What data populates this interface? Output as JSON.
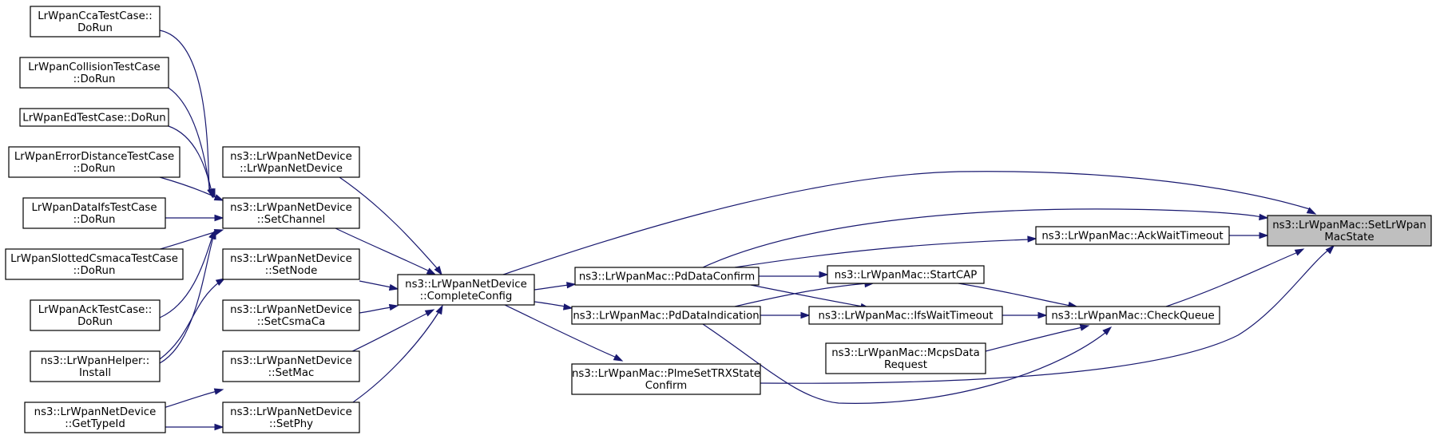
{
  "nodes": {
    "cca": [
      "LrWpanCcaTestCase::",
      "DoRun"
    ],
    "collision": [
      "LrWpanCollisionTestCase",
      "::DoRun"
    ],
    "ed": [
      "LrWpanEdTestCase::DoRun"
    ],
    "errdist": [
      "LrWpanErrorDistanceTestCase",
      "::DoRun"
    ],
    "dataifs": [
      "LrWpanDataIfsTestCase",
      "::DoRun"
    ],
    "slotted": [
      "LrWpanSlottedCsmacaTestCase",
      "::DoRun"
    ],
    "ack": [
      "LrWpanAckTestCase::",
      "DoRun"
    ],
    "helper": [
      "ns3::LrWpanHelper::",
      "Install"
    ],
    "gettypeid": [
      "ns3::LrWpanNetDevice",
      "::GetTypeId"
    ],
    "ctor": [
      "ns3::LrWpanNetDevice",
      "::LrWpanNetDevice"
    ],
    "setchannel": [
      "ns3::LrWpanNetDevice",
      "::SetChannel"
    ],
    "setnode": [
      "ns3::LrWpanNetDevice",
      "::SetNode"
    ],
    "setcsmaca": [
      "ns3::LrWpanNetDevice",
      "::SetCsmaCa"
    ],
    "setmac": [
      "ns3::LrWpanNetDevice",
      "::SetMac"
    ],
    "setphy": [
      "ns3::LrWpanNetDevice",
      "::SetPhy"
    ],
    "completeconfig": [
      "ns3::LrWpanNetDevice",
      "::CompleteConfig"
    ],
    "pddataconfirm": [
      "ns3::LrWpanMac::PdDataConfirm"
    ],
    "pddataindication": [
      "ns3::LrWpanMac::PdDataIndication"
    ],
    "plmeset": [
      "ns3::LrWpanMac::PlmeSetTRXState",
      "Confirm"
    ],
    "startcap": [
      "ns3::LrWpanMac::StartCAP"
    ],
    "ifswait": [
      "ns3::LrWpanMac::IfsWaitTimeout"
    ],
    "mcpsdata": [
      "ns3::LrWpanMac::McpsData",
      "Request"
    ],
    "ackwait": [
      "ns3::LrWpanMac::AckWaitTimeout"
    ],
    "checkqueue": [
      "ns3::LrWpanMac::CheckQueue"
    ],
    "setstate": [
      "ns3::LrWpanMac::SetLrWpan",
      "MacState"
    ]
  }
}
